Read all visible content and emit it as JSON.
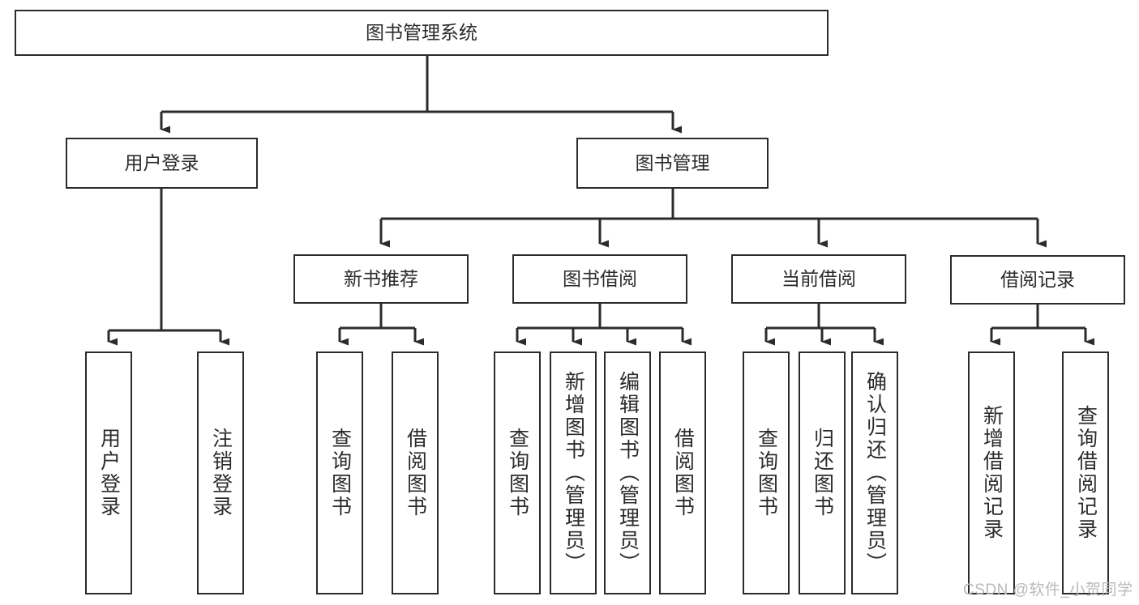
{
  "diagram": {
    "title": "图书管理系统",
    "type": "hierarchy-tree",
    "orientation": "top-down",
    "box_stroke_color": "#2b2b2b",
    "box_fill_color": "#ffffff",
    "edge_color": "#2b2b2b",
    "background_color": "#ffffff"
  },
  "nodes": {
    "root": {
      "label": "图书管理系统"
    },
    "tier2": [
      {
        "id": "user-login",
        "label": "用户登录"
      },
      {
        "id": "book-management",
        "label": "图书管理"
      }
    ],
    "tier3": [
      {
        "id": "new-book-recommend",
        "label": "新书推荐"
      },
      {
        "id": "book-borrow",
        "label": "图书借阅"
      },
      {
        "id": "current-borrow",
        "label": "当前借阅"
      },
      {
        "id": "borrow-record",
        "label": "借阅记录"
      }
    ],
    "leaves": {
      "user-login": [
        {
          "id": "leaf-user-login",
          "label": "用户登录"
        },
        {
          "id": "leaf-logout-login",
          "label": "注销登录"
        }
      ],
      "new-book-recommend": [
        {
          "id": "leaf-query-book-1",
          "label": "查询图书"
        },
        {
          "id": "leaf-borrow-book-1",
          "label": "借阅图书"
        }
      ],
      "book-borrow": [
        {
          "id": "leaf-query-book-2",
          "label": "查询图书"
        },
        {
          "id": "leaf-add-book-admin",
          "label": "新增图书（管理员）"
        },
        {
          "id": "leaf-edit-book-admin",
          "label": "编辑图书（管理员）"
        },
        {
          "id": "leaf-borrow-book-2",
          "label": "借阅图书"
        }
      ],
      "current-borrow": [
        {
          "id": "leaf-query-book-3",
          "label": "查询图书"
        },
        {
          "id": "leaf-return-book",
          "label": "归还图书"
        },
        {
          "id": "leaf-confirm-return-admin",
          "label": "确认归还（管理员）"
        }
      ],
      "borrow-record": [
        {
          "id": "leaf-add-borrow-record",
          "label": "新增借阅记录"
        },
        {
          "id": "leaf-query-borrow-record",
          "label": "查询借阅记录"
        }
      ]
    }
  },
  "watermark": {
    "text": "CSDN @软件_小贺同学"
  }
}
